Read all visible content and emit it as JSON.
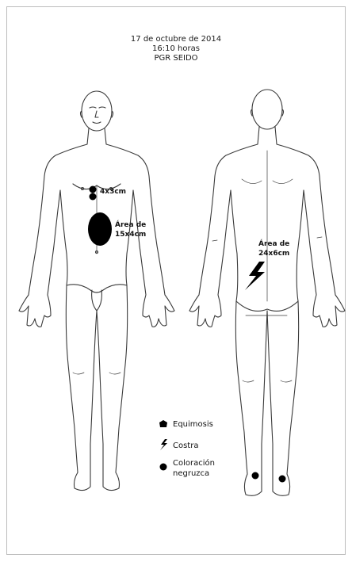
{
  "header": {
    "date": "17 de octubre de 2014",
    "time": "16:10 horas",
    "place": "PGR SEIDO"
  },
  "annotations": {
    "chest": "4x3cm",
    "abdomen_line1": "Área de",
    "abdomen_line2": "15x4cm",
    "back_line1": "Área de",
    "back_line2": "24x6cm"
  },
  "legend": {
    "equimosis": "Equimosis",
    "costra": "Costra",
    "coloracion_line1": "Coloración",
    "coloracion_line2": "negruzca"
  },
  "colors": {
    "outline": "#3a3a3a",
    "mark": "#000000"
  }
}
